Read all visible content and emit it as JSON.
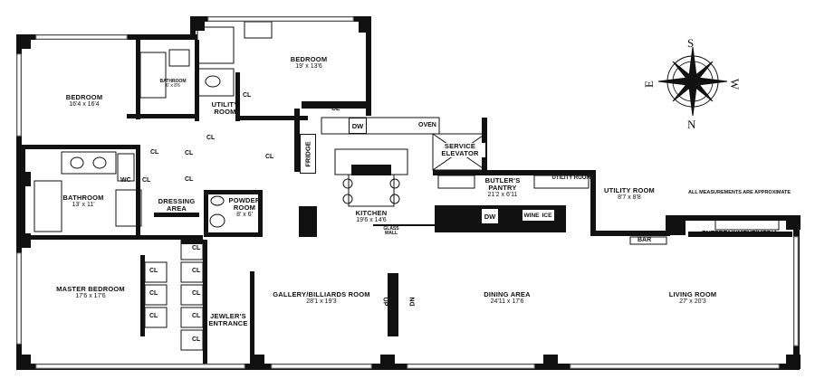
{
  "rooms": {
    "bedroom_left": {
      "name": "BEDROOM",
      "dims": "16'4 x 16'4"
    },
    "bedroom_top": {
      "name": "BEDROOM",
      "dims": "19' x 13'6"
    },
    "bathroom_small": {
      "name": "BATHROOM",
      "dims": "6' x 8'6"
    },
    "utility_room_top": {
      "name": "UTILITY",
      "name2": "ROOM"
    },
    "bathroom": {
      "name": "BATHROOM",
      "dims": "13' x 11'"
    },
    "dressing_area": {
      "name": "DRESSING",
      "name2": "AREA"
    },
    "powder_room": {
      "name": "POWDER",
      "name2": "ROOM",
      "dims": "8' x 6'"
    },
    "kitchen": {
      "name": "KITCHEN",
      "dims": "19'6 x 14'6"
    },
    "service_elevator": {
      "name": "SERVICE",
      "name2": "ELEVATOR"
    },
    "butlers_pantry": {
      "name": "BUTLER'S",
      "name2": "PANTRY",
      "dims": "21'2 x 6'11"
    },
    "utility_room_small": {
      "name": "UTILITY ROOM"
    },
    "utility_room_right": {
      "name": "UTILITY ROOM",
      "dims": "8'7 x 8'8"
    },
    "master_bedroom": {
      "name": "MASTER BEDROOM",
      "dims": "17'6 x 17'6"
    },
    "jewelers_entrance": {
      "name": "JEWLER'S",
      "name2": "ENTRANCE"
    },
    "gallery": {
      "name": "GALLERY/BILLIARDS ROOM",
      "dims": "28'1 x 19'3"
    },
    "dining": {
      "name": "DINING AREA",
      "dims": "24'11 x 17'6"
    },
    "living": {
      "name": "LIVING ROOM",
      "dims": "27' x 20'3"
    }
  },
  "fixtures": {
    "closet": "CL",
    "wc": "WC",
    "fridge": "FRIDGE",
    "dishwasher": "DW",
    "oven": "OVEN",
    "wine": "WINE",
    "ice": "ICE",
    "bar": "BAR",
    "entertainment": "ENTERTAINMENT/MEDIA",
    "glass_wall_1": "GLASS",
    "glass_wall_2": "WALL",
    "elevator_up": "UP",
    "elevator_dn": "DN"
  },
  "notes": {
    "approximate": "ALL MEASUREMENTS ARE APPROXIMATE"
  },
  "compass": {
    "north": "N",
    "south": "S",
    "east": "E",
    "west": "W"
  }
}
